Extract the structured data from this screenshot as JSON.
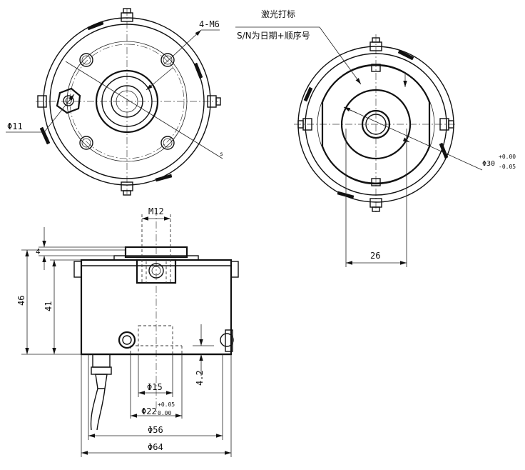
{
  "labels": {
    "thread_4m6": "4-M6",
    "laser_mark": "激光打标",
    "serial_note": "S/N为日期+顺序号",
    "dia_11": "Φ11",
    "dia_30": "Φ30",
    "dia_30_tol_upper": "+0.00",
    "dia_30_tol_lower": "-0.05",
    "dim_26": "26",
    "thread_m12": "M12",
    "dim_4": "4",
    "dim_46": "46",
    "dim_41": "41",
    "dim_4_2": "4.2",
    "dia_15": "Φ15",
    "dia_22": "Φ22",
    "dia_22_tol_upper": "+0.05",
    "dia_22_tol_lower": "0.00",
    "dia_56": "Φ56",
    "dia_64": "Φ64"
  }
}
